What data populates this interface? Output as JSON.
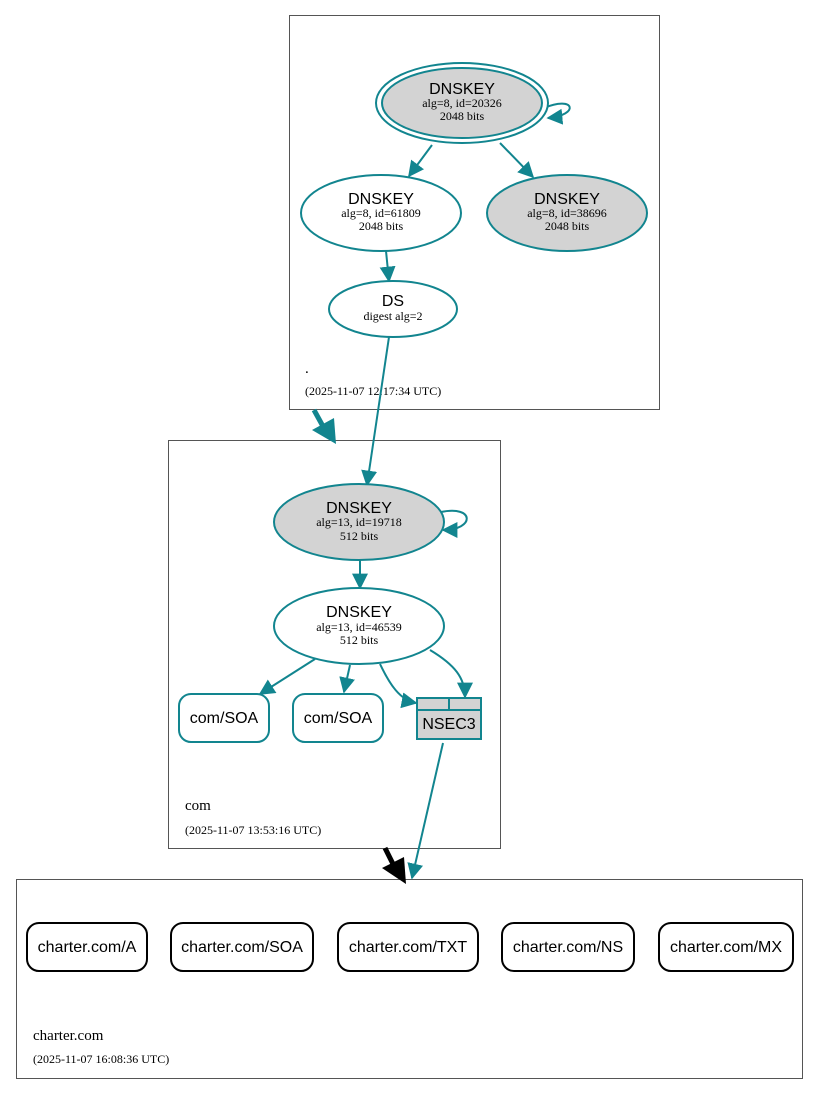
{
  "colors": {
    "edge": "#12858f",
    "node_fill_grey": "#d3d3d3",
    "node_fill_white": "#ffffff",
    "delegation_black": "#000000"
  },
  "zones": {
    "root": {
      "name": ".",
      "timestamp": "(2025-11-07 12:17:34 UTC)"
    },
    "com": {
      "name": "com",
      "timestamp": "(2025-11-07 13:53:16 UTC)"
    },
    "charter": {
      "name": "charter.com",
      "timestamp": "(2025-11-07 16:08:36 UTC)"
    }
  },
  "nodes": {
    "root_ksk": {
      "type": "DNSKEY",
      "line1": "alg=8, id=20326",
      "line2": "2048 bits"
    },
    "root_zsk": {
      "type": "DNSKEY",
      "line1": "alg=8, id=61809",
      "line2": "2048 bits"
    },
    "root_key3": {
      "type": "DNSKEY",
      "line1": "alg=8, id=38696",
      "line2": "2048 bits"
    },
    "com_ds": {
      "type": "DS",
      "line1": "digest alg=2"
    },
    "com_ksk": {
      "type": "DNSKEY",
      "line1": "alg=13, id=19718",
      "line2": "512 bits"
    },
    "com_zsk": {
      "type": "DNSKEY",
      "line1": "alg=13, id=46539",
      "line2": "512 bits"
    },
    "com_soa1": {
      "label": "com/SOA"
    },
    "com_soa2": {
      "label": "com/SOA"
    },
    "com_nsec3": {
      "label": "NSEC3"
    }
  },
  "records": [
    "charter.com/A",
    "charter.com/SOA",
    "charter.com/TXT",
    "charter.com/NS",
    "charter.com/MX"
  ]
}
